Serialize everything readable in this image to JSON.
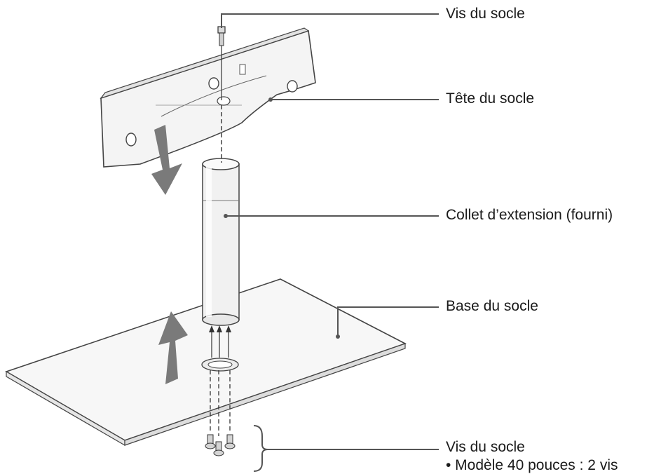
{
  "labels": {
    "top_screw": "Vis du socle",
    "stand_head": "Tête du socle",
    "extension_collar": "Collet d’extension (fourni)",
    "stand_base": "Base du socle",
    "bottom_screws": "Vis du socle",
    "bottom_screws_note": "• Modèle 40 pouces : 2 vis"
  },
  "colors": {
    "line": "#555555",
    "arrow_fill": "#7a7a7a",
    "part_fill": "#f4f4f4",
    "text": "#1a1a1a"
  }
}
